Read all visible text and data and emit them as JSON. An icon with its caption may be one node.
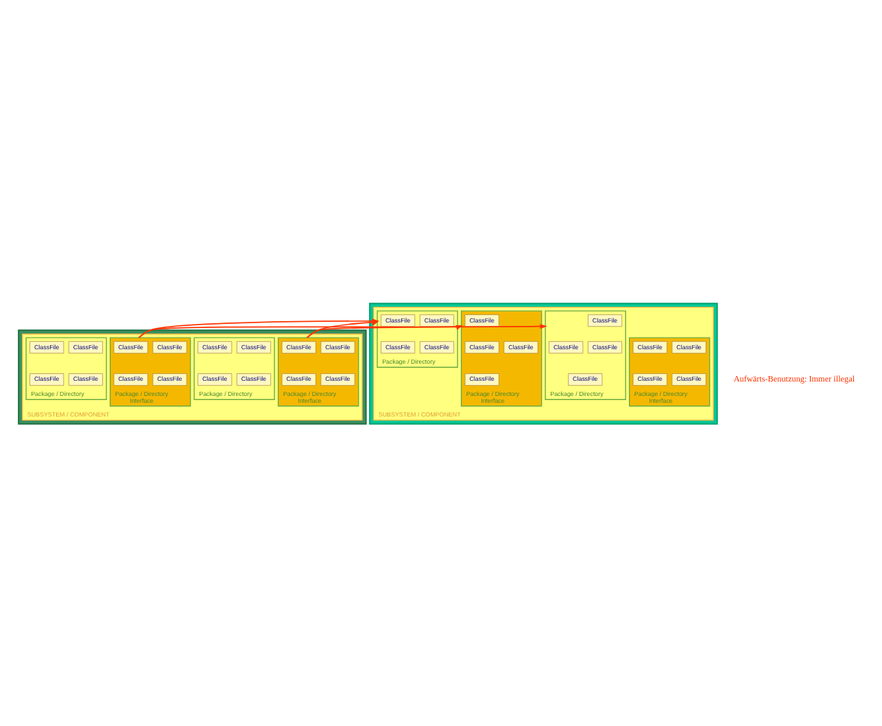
{
  "diagram": {
    "nodes": [
      {
        "text": [],
        "shape": "band"
      },
      {
        "text": [
          "SUBSYSTEM / COMPONENT"
        ],
        "in": 0
      },
      {
        "text": [
          "Package / Directory",
          "Interface"
        ],
        "in": 1
      },
      {
        "text": [
          "ClassFile"
        ],
        "in": 2
      },
      {
        "text": [
          "ClassFile"
        ],
        "in": 2
      },
      {
        "text": [
          "ClassFile"
        ],
        "in": 2
      },
      {
        "text": [
          "ClassFile"
        ],
        "in": 2
      },
      {
        "text": [
          "Package / Directory",
          "Interface"
        ],
        "in": 1
      },
      {
        "text": [
          "ClassFile"
        ],
        "in": 7
      },
      {
        "text": [
          "ClassFile"
        ],
        "in": 7
      },
      {
        "text": [
          "ClassFile"
        ],
        "in": 7
      },
      {
        "text": [
          "ClassFile"
        ],
        "in": 7
      },
      {
        "text": [
          "Package / Directory"
        ],
        "in": 1
      },
      {
        "text": [
          "ClassFile"
        ],
        "in": 12
      },
      {
        "text": [
          "ClassFile"
        ],
        "in": 12
      },
      {
        "text": [
          "ClassFile"
        ],
        "in": 12
      },
      {
        "text": [
          "ClassFile"
        ],
        "in": 12
      },
      {
        "text": [
          "Package / Directory"
        ],
        "in": 1
      },
      {
        "text": [
          "ClassFile"
        ],
        "in": 17
      },
      {
        "text": [
          "ClassFile"
        ],
        "in": 17
      },
      {
        "text": [
          "ClassFile"
        ],
        "in": 17
      },
      {
        "text": [
          "ClassFile"
        ],
        "in": 17
      },
      {
        "text": [],
        "shape": "band"
      },
      {
        "text": [
          "SUBSYSTEM / COMPONENT"
        ],
        "in": 22
      },
      {
        "text": [
          "Package / Directory",
          "Interface"
        ],
        "in": 23
      },
      {
        "text": [
          "ClassFile"
        ],
        "in": 24
      },
      {
        "text": [
          "ClassFile"
        ],
        "in": 24
      },
      {
        "text": [
          "ClassFile"
        ],
        "in": 24
      },
      {
        "text": [
          "ClassFile"
        ],
        "in": 24
      },
      {
        "text": [
          "Package / Directory",
          "Interface"
        ],
        "in": 23
      },
      {
        "text": [
          "ClassFile"
        ],
        "in": 29
      },
      {
        "text": [
          "ClassFile"
        ],
        "in": 29
      },
      {
        "text": [
          "ClassFile"
        ],
        "in": 29
      },
      {
        "text": [
          "ClassFile"
        ],
        "in": 29
      },
      {
        "text": [
          "Package / Directory"
        ],
        "in": 23
      },
      {
        "text": [
          "ClassFile"
        ],
        "in": 34
      },
      {
        "text": [
          "ClassFile"
        ],
        "in": 34
      },
      {
        "text": [
          "ClassFile"
        ],
        "in": 34
      },
      {
        "text": [
          "ClassFile"
        ],
        "in": 34
      },
      {
        "text": [
          "Package / Directory"
        ],
        "in": 23
      },
      {
        "text": [
          "ClassFile"
        ],
        "in": 39
      },
      {
        "text": [
          "ClassFile"
        ],
        "in": 39
      },
      {
        "text": [
          "ClassFile"
        ],
        "in": 39
      },
      {
        "text": [
          "ClassFile"
        ],
        "in": 39
      }
    ],
    "edges": [
      {
        "from": 24,
        "to": 12,
        "arrow": "to",
        "color": "#ff3300"
      },
      {
        "from": 24,
        "to": 17,
        "arrow": "to",
        "color": "#ff3300"
      },
      {
        "from": 29,
        "to": 17,
        "arrow": "to",
        "color": "#ff3300"
      },
      {
        "from": 29,
        "to": 7,
        "arrow": "to",
        "color": "#ff3300"
      }
    ],
    "labels": [
      "Aufwärts-Benutzung: Immer illegal"
    ]
  }
}
